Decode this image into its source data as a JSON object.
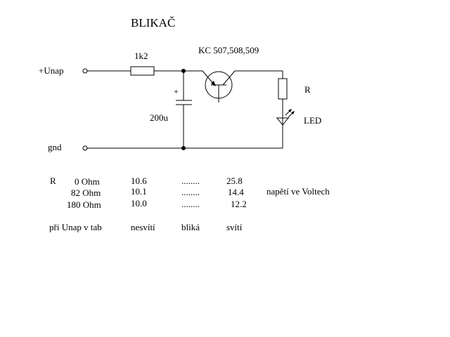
{
  "title": "BLIKAČ",
  "transistor_label": "KC 507,508,509",
  "resistor_1_value": "1k2",
  "capacitor_value": "200u",
  "capacitor_polarity": "+",
  "terminal_supply": "+Unap",
  "terminal_ground": "gnd",
  "resistor_r_label": "R",
  "led_label": "LED",
  "table": {
    "r_header": "R",
    "rows": [
      {
        "r": "0 Ohm",
        "col1": "10.6",
        "dots": "........",
        "col3": "25.8"
      },
      {
        "r": "82 Ohm",
        "col1": "10.1",
        "dots": "........",
        "col3": "14.4"
      },
      {
        "r": "180 Ohm",
        "col1": "10.0",
        "dots": "........",
        "col3": "12.2"
      }
    ],
    "side_note": "napětí ve Voltech",
    "footer": {
      "label": "při Unap v tab",
      "col1": "nesvítí",
      "col2": "bliká",
      "col3": "svítí"
    }
  }
}
